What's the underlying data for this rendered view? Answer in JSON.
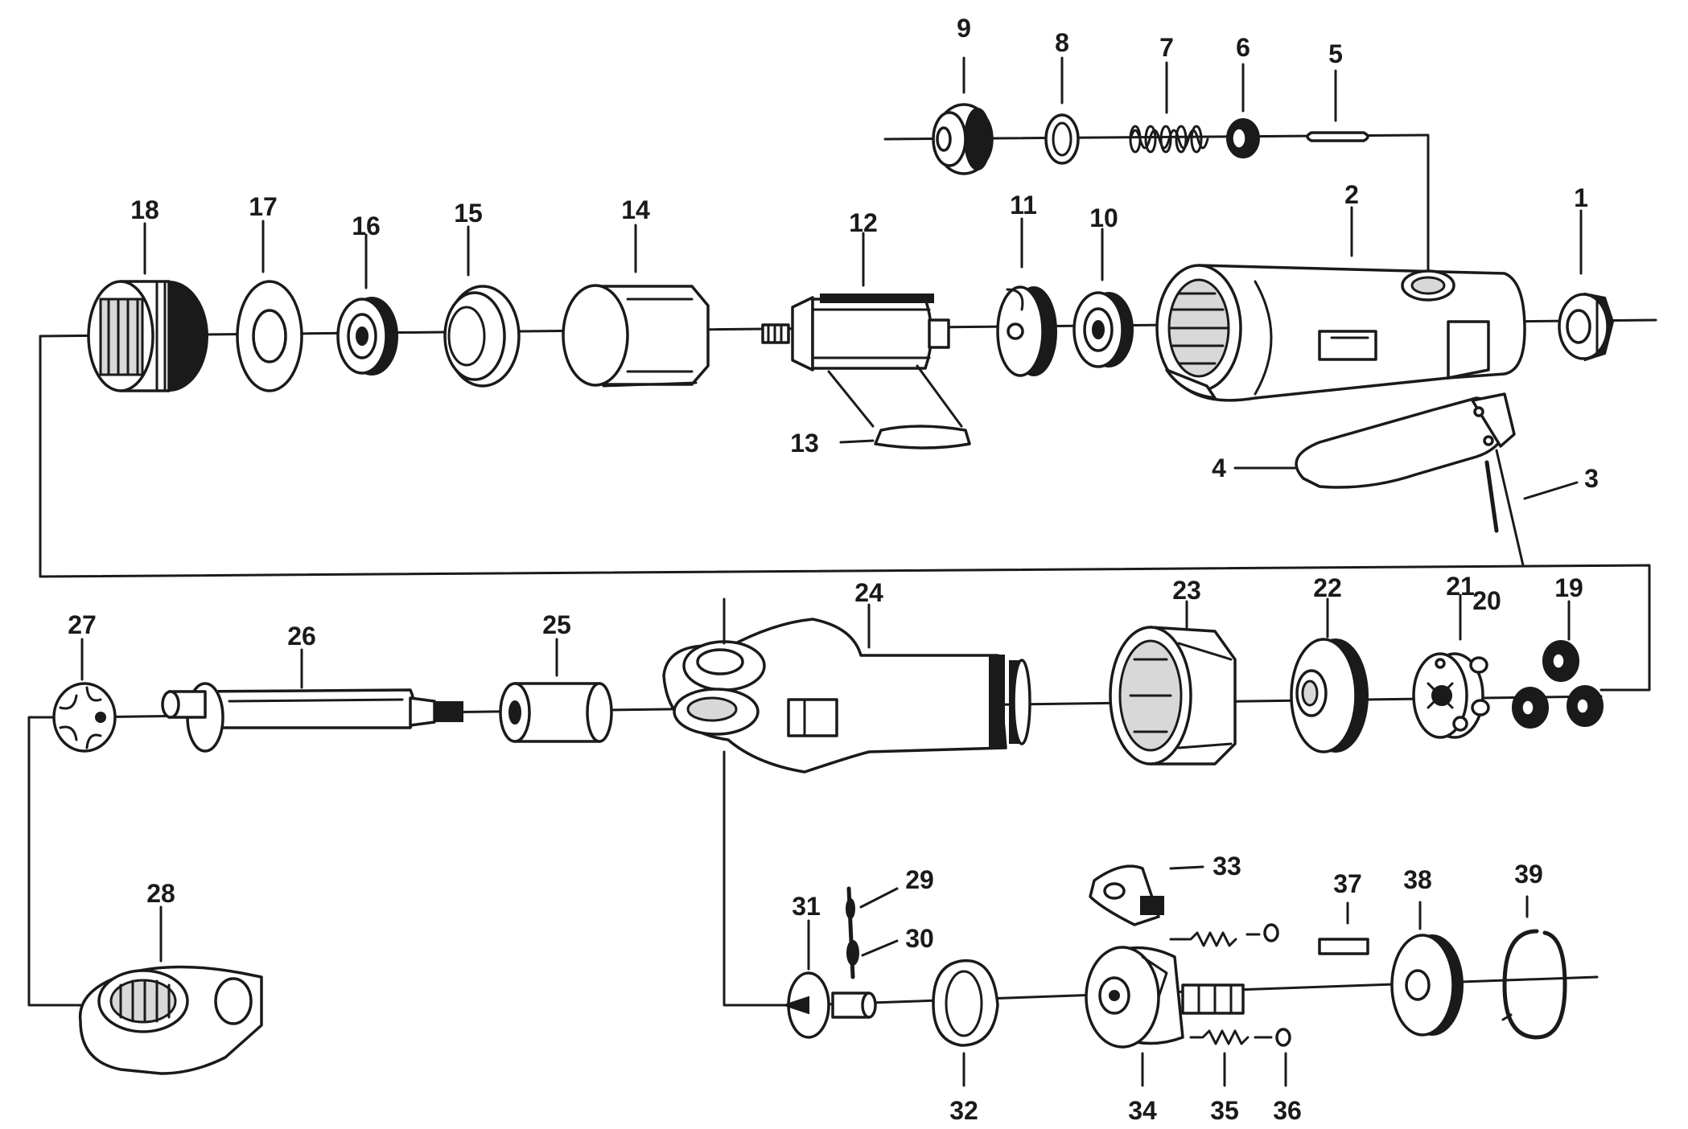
{
  "labels": [
    "1",
    "2",
    "3",
    "4",
    "5",
    "6",
    "7",
    "8",
    "9",
    "10",
    "11",
    "12",
    "13",
    "14",
    "15",
    "16",
    "17",
    "18",
    "19",
    "20",
    "21",
    "22",
    "23",
    "24",
    "25",
    "26",
    "27",
    "28",
    "29",
    "30",
    "31",
    "32",
    "33",
    "34",
    "35",
    "36",
    "37",
    "38",
    "39"
  ]
}
